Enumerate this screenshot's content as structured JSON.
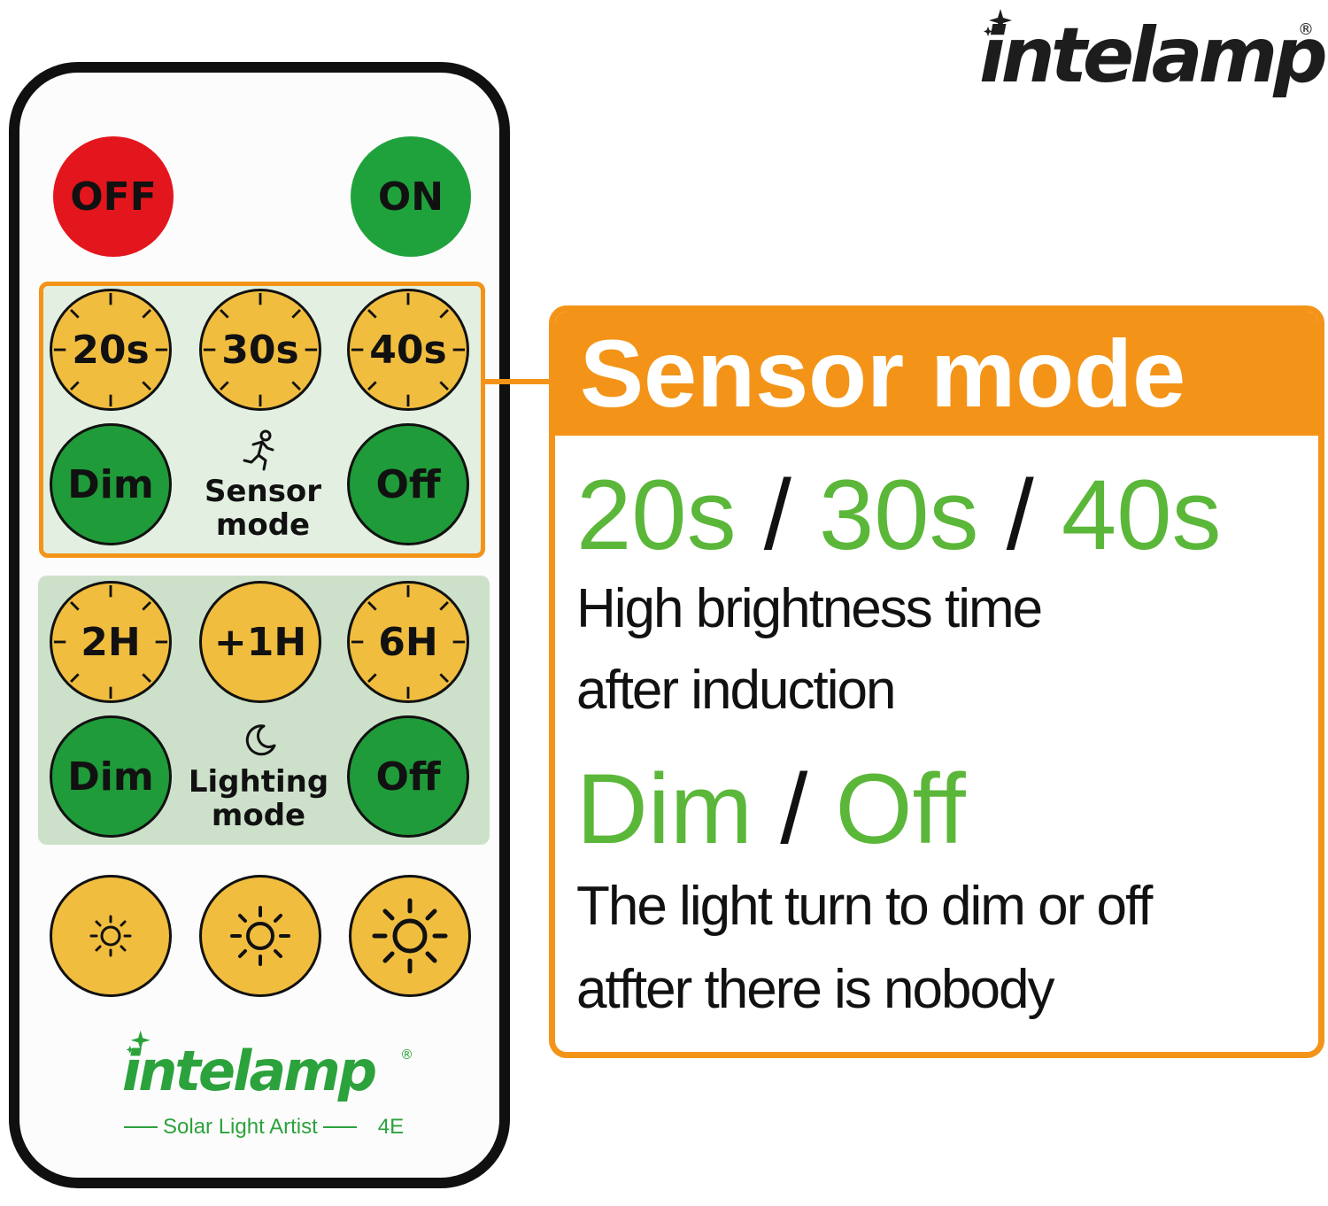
{
  "brand": {
    "name": "intelamp",
    "registered": "®",
    "tagline": "Solar Light Artist",
    "model": "4E"
  },
  "remote": {
    "power": {
      "off_label": "OFF",
      "on_label": "ON"
    },
    "sensor_group": {
      "timers": [
        "20s",
        "30s",
        "40s"
      ],
      "dim_label": "Dim",
      "off_label": "Off",
      "mode_label_line1": "Sensor",
      "mode_label_line2": "mode",
      "mode_icon": "running-person-icon"
    },
    "lighting_group": {
      "timers": [
        "2H",
        "+1H",
        "6H"
      ],
      "dim_label": "Dim",
      "off_label": "Off",
      "mode_label_line1": "Lighting",
      "mode_label_line2": "mode",
      "mode_icon": "moon-icon"
    },
    "brightness_buttons": [
      "brightness-low-icon",
      "brightness-medium-icon",
      "brightness-high-icon"
    ]
  },
  "callout": {
    "title": "Sensor mode",
    "timer_options": [
      "20s",
      "30s",
      "40s"
    ],
    "separator": "/",
    "timer_desc_line1": "High brightness time",
    "timer_desc_line2": "after induction",
    "dim_off_options": [
      "Dim",
      "Off"
    ],
    "dim_off_desc_line1": "The light turn to dim or off",
    "dim_off_desc_line2": "atfter there is nobody"
  },
  "colors": {
    "accent_orange": "#f39419",
    "button_red": "#e3161d",
    "button_green": "#1f9b39",
    "button_yellow": "#f0bd3f",
    "brand_green": "#2ca23c",
    "text_green": "#5bb739"
  }
}
